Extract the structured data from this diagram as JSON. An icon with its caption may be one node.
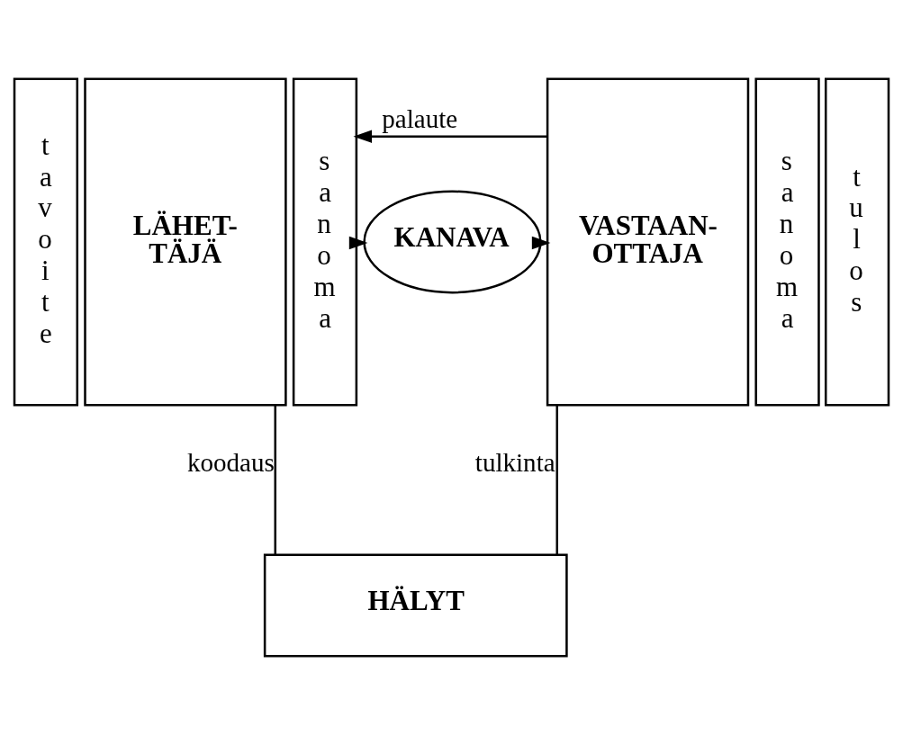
{
  "diagram": {
    "nodes": [
      {
        "text": [
          "t a v o i t e"
        ]
      },
      {
        "text": [
          "LÄHET- TÄJÄ"
        ]
      },
      {
        "text": [
          "s a n o m a"
        ]
      },
      {
        "text": [
          "KANAVA"
        ]
      },
      {
        "text": [
          "VASTAAN- OTTAJA"
        ]
      },
      {
        "text": [
          "s a n o m a"
        ]
      },
      {
        "text": [
          "t u l o s"
        ]
      },
      {
        "text": [
          "HÄLYT"
        ]
      }
    ],
    "edges": [
      {
        "from": 2,
        "to": 3,
        "arrow": "to"
      },
      {
        "from": 3,
        "to": 4,
        "arrow": "to"
      },
      {
        "from": 4,
        "to": 2,
        "arrow": "to",
        "label": "palaute"
      },
      {
        "from": 1,
        "to": 7,
        "arrow": "none",
        "label": "koodaus"
      },
      {
        "from": 4,
        "to": 7,
        "arrow": "none",
        "label": "tulkinta"
      }
    ]
  }
}
